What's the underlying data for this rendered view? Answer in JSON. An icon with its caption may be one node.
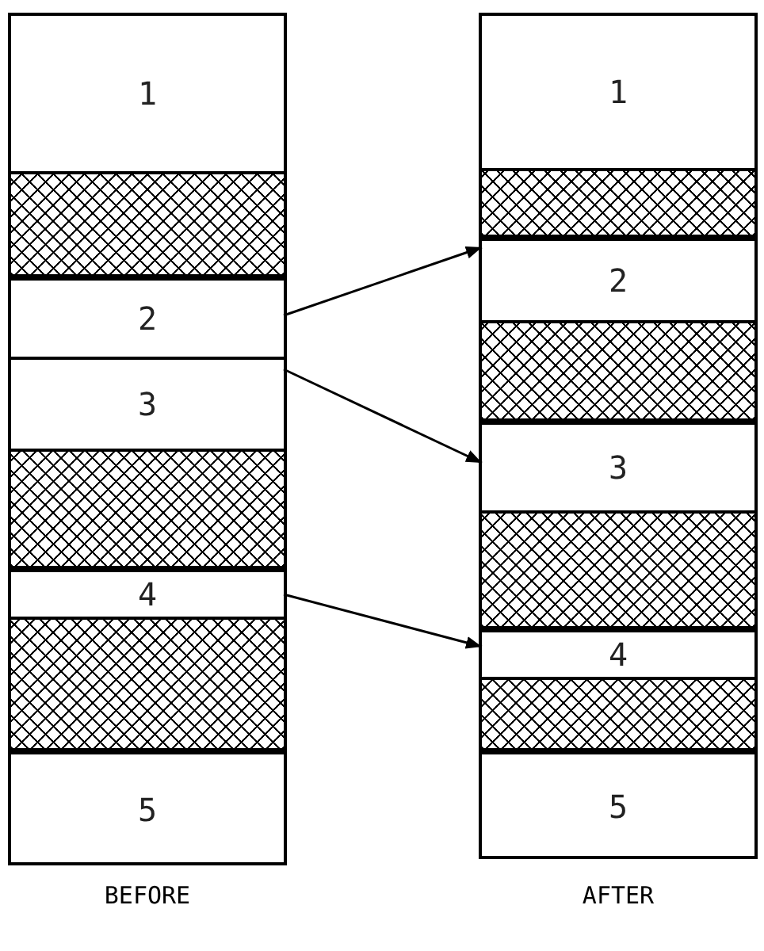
{
  "diagram": {
    "nodes": [
      {
        "text": [
          "BEFORE"
        ]
      },
      {
        "text": [
          "1"
        ],
        "in": 0
      },
      {
        "text": [],
        "shape": "box",
        "in": 0
      },
      {
        "text": [
          "2"
        ],
        "in": 0
      },
      {
        "text": [
          "3"
        ],
        "in": 0
      },
      {
        "text": [],
        "shape": "box",
        "in": 0
      },
      {
        "text": [
          "4"
        ],
        "in": 0
      },
      {
        "text": [],
        "shape": "box",
        "in": 0
      },
      {
        "text": [
          "5"
        ],
        "in": 0
      },
      {
        "text": [
          "AFTER"
        ]
      },
      {
        "text": [
          "1"
        ],
        "in": 9
      },
      {
        "text": [],
        "shape": "box",
        "in": 9
      },
      {
        "text": [
          "2"
        ],
        "in": 9
      },
      {
        "text": [],
        "shape": "box",
        "in": 9
      },
      {
        "text": [
          "3"
        ],
        "in": 9
      },
      {
        "text": [],
        "shape": "box",
        "in": 9
      },
      {
        "text": [
          "4"
        ],
        "in": 9
      },
      {
        "text": [],
        "shape": "box",
        "in": 9
      },
      {
        "text": [
          "5"
        ],
        "in": 9
      }
    ],
    "edges": [
      {
        "from": 3,
        "to": 12,
        "arrow": "to"
      },
      {
        "from": 4,
        "to": 14,
        "arrow": "to"
      },
      {
        "from": 6,
        "to": 16,
        "arrow": "to"
      }
    ]
  }
}
